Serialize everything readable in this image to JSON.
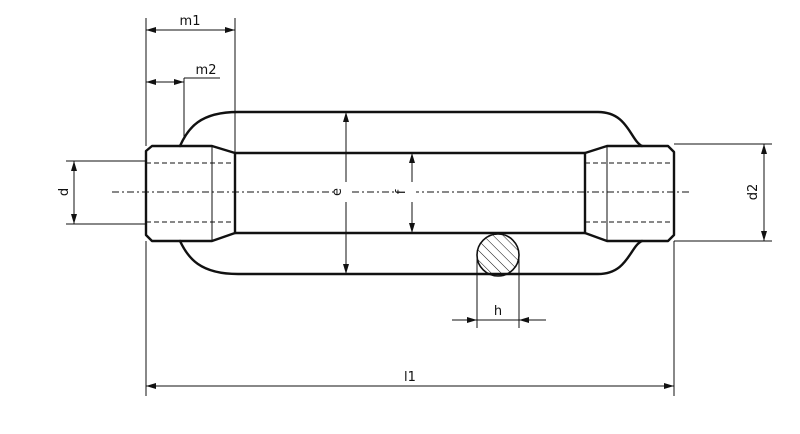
{
  "labels": {
    "m1": "m1",
    "m2": "m2",
    "d": "d",
    "e": "e",
    "f": "f",
    "d2": "d2",
    "h": "h",
    "l1": "l1"
  },
  "colors": {
    "line": "#111111",
    "background": "#ffffff"
  }
}
